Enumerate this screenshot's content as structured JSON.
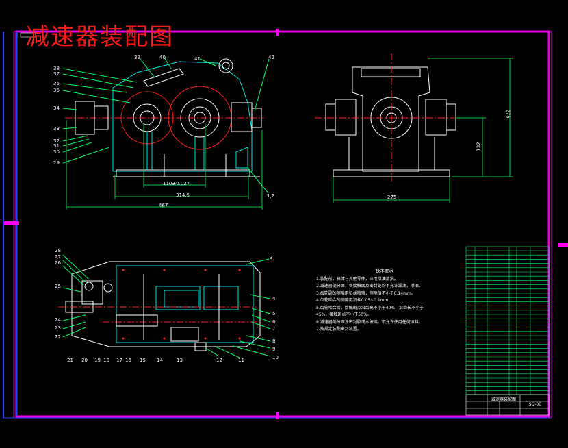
{
  "drawing": {
    "title": "减速器装配图",
    "colors": {
      "frame": "#e600e6",
      "side_mark": "#ff00ff",
      "title": "#ff1a1a",
      "line": "#ffffff",
      "body": "#00e5e5",
      "gear_red": "#ff2020",
      "leader": "#00ff66",
      "green": "#00cc44",
      "yellow": "#ffff00",
      "background": "#000000"
    }
  },
  "front_view": {
    "dims": {
      "center": "110±0.027",
      "base": "314.5",
      "overall": "467"
    },
    "left_numbers": [
      "38",
      "37",
      "36",
      "35",
      "34",
      "33",
      "32",
      "31",
      "30",
      "29"
    ],
    "top_numbers": [
      "39",
      "40",
      "41",
      "42"
    ],
    "right_numbers": [
      "1,2"
    ]
  },
  "side_view": {
    "dims": {
      "width": "275",
      "height": "275",
      "shaft_height": "132"
    }
  },
  "top_view": {
    "left_numbers": [
      "28",
      "27",
      "26",
      "25",
      "24",
      "23",
      "22"
    ],
    "bottom_numbers": [
      "21",
      "20",
      "19",
      "18",
      "17",
      "16",
      "15",
      "14",
      "13",
      "12",
      "11"
    ],
    "right_numbers": [
      "3",
      "4",
      "5",
      "6",
      "7",
      "8",
      "9",
      "10"
    ]
  },
  "notes": {
    "title": "技术要求",
    "lines": [
      "1.装配前，箱体与其他零件，应用煤油清洗。",
      "2.减速器剖分面，各接触面及密封处均不允许漏油，渗油。",
      "3.齿轮副的侧隙用铅丝检验，侧隙值不小于0.14mm。",
      "4.齿轮啮合的侧隙用铅丝0.05~0.1mm",
      "5.齿轮啮合后，接触斑点沿齿高不小于40%，沿齿长不小于",
      "45%，接触斑点不小于50%。",
      "6.减速器剖分面涂密封胶或水玻璃，不允许使用任何填料。",
      "7.按规定装配密封装置。"
    ]
  },
  "title_block": {
    "name": "减速器装配图",
    "code": "JSQ-00"
  }
}
